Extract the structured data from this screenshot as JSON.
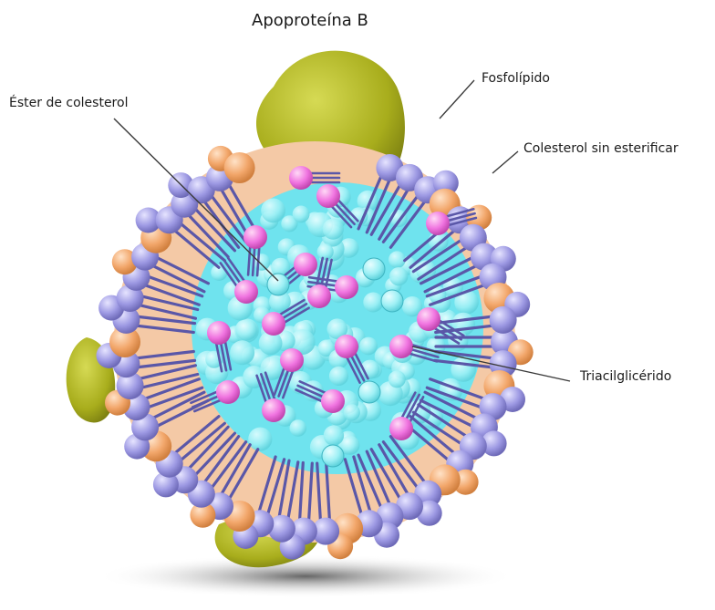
{
  "labels": {
    "apoprotein_b": "Apoproteína B",
    "phospholipid": "Fosfolípido",
    "cholesteryl_ester": "Éster de colesterol",
    "free_cholesterol": "Colesterol sin esterificar",
    "triglyceride": "Triacilglicérido"
  },
  "colors": {
    "apoprotein": "#a8ad1c",
    "phospholipid_head": "#9d99e3",
    "phospholipid_tail": "#5a57a8",
    "cholesterol_head": "#f2a66a",
    "cholesterol_band": "#f4c9a6",
    "core": "#6fe3ee",
    "cholesteryl_ester": "#f074e0",
    "core_sphere": "#9ef0f5",
    "leader_line": "#3a3a3a",
    "shadow": "#7f7f7f"
  },
  "icons": {
    "apoprotein": "blob",
    "phospholipid": "sphere-with-tails",
    "cholesterol": "sphere",
    "triglyceride": "sphere-with-three-tails"
  }
}
